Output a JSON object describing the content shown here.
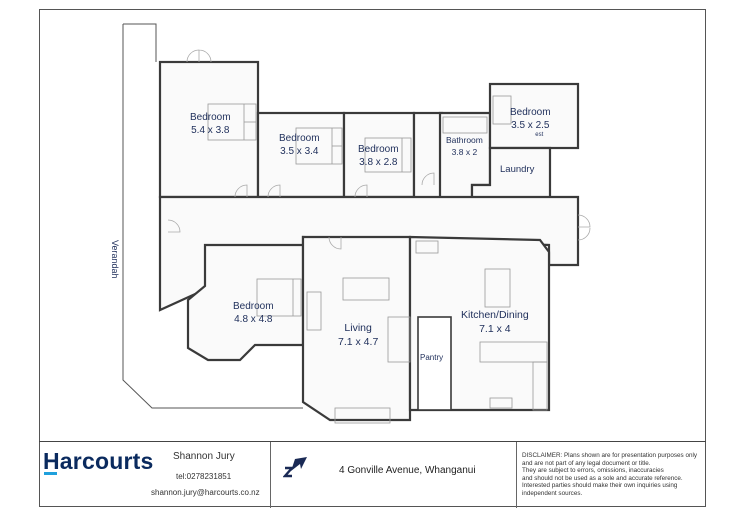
{
  "floor_plan": {
    "rooms": [
      {
        "id": "bedroom1",
        "name": "Bedroom",
        "size": "5.4 x 3.8"
      },
      {
        "id": "bedroom2",
        "name": "Bedroom",
        "size": "3.5 x 3.4"
      },
      {
        "id": "bedroom3",
        "name": "Bedroom",
        "size": "3.8 x 2.8"
      },
      {
        "id": "bathroom",
        "name": "Bathroom",
        "size": "3.8 x 2"
      },
      {
        "id": "bedroom4",
        "name": "Bedroom",
        "size": "3.5 x 2.5",
        "note": "est"
      },
      {
        "id": "laundry",
        "name": "Laundry",
        "size": ""
      },
      {
        "id": "verandah",
        "name": "Verandah",
        "size": ""
      },
      {
        "id": "bedroom5",
        "name": "Bedroom",
        "size": "4.8 x 4.8"
      },
      {
        "id": "living",
        "name": "Living",
        "size": "7.1 x 4.7"
      },
      {
        "id": "kitchen",
        "name": "Kitchen/Dining",
        "size": "7.1 x 4"
      },
      {
        "id": "pantry",
        "name": "Pantry",
        "size": ""
      }
    ],
    "colors": {
      "wall": "#444444",
      "label": "#1e2e5a",
      "floor": "#fafafa"
    }
  },
  "footer": {
    "brand": "Harcourts",
    "brand_color": "#0a2a5e",
    "brand_accent": "#1fa0dc",
    "agent": {
      "name": "Shannon Jury",
      "tel": "tel:0278231851",
      "email": "shannon.jury@harcourts.co.nz"
    },
    "address": "4 Gonville Avenue, Whanganui",
    "compass_icon": "north-arrow-icon",
    "disclaimer": [
      "DISCLAIMER:  Plans shown are for presentation purposes only",
      "and are not part of any legal document or title.",
      "They are subject to errors, omissions, inaccuracies",
      "and should not be used as a sole and accurate reference.",
      "Interested parties should make their own inquiries using",
      "independent sources."
    ]
  }
}
